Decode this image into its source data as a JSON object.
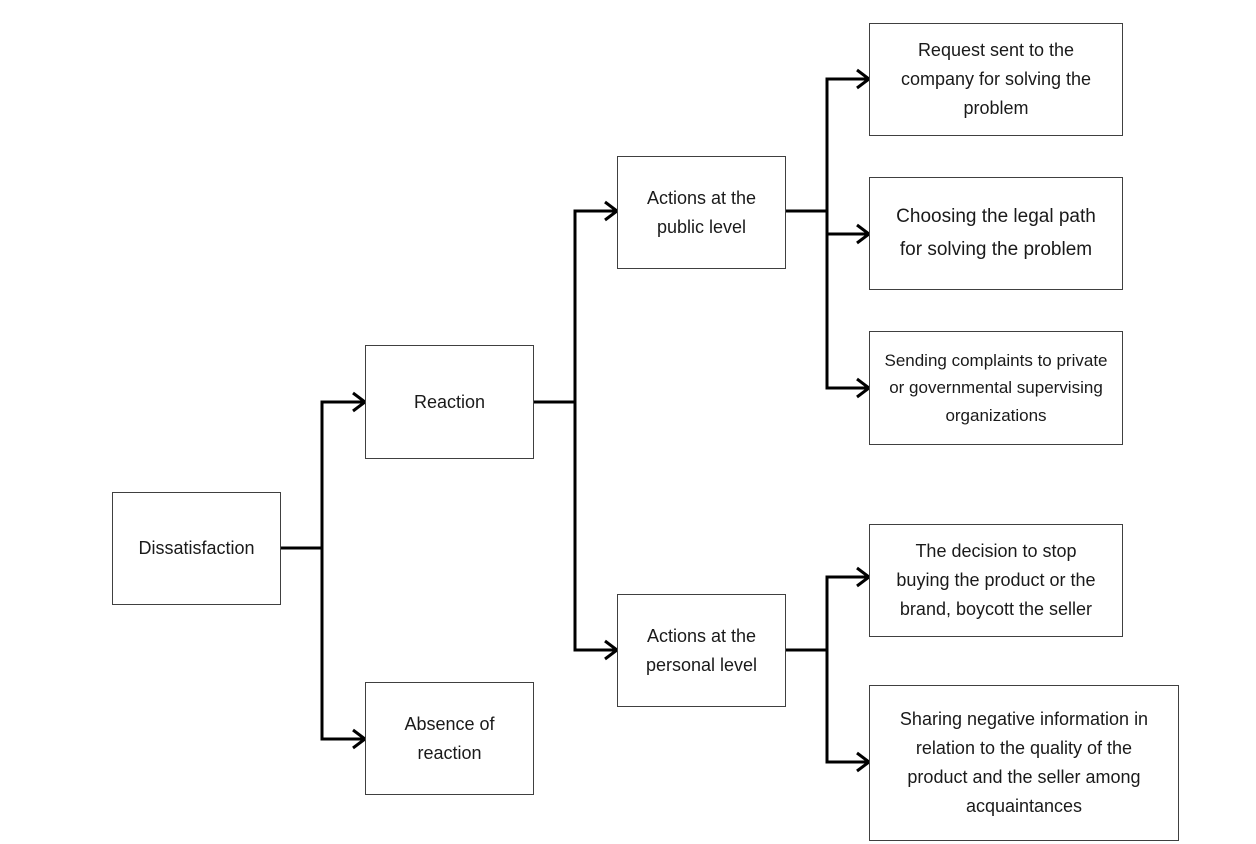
{
  "nodes": {
    "dissatisfaction": "Dissatisfaction",
    "reaction": "Reaction",
    "absence_of_reaction": "Absence of\nreaction",
    "public_level": "Actions at the\npublic level",
    "personal_level": "Actions at the\npersonal level",
    "request_company": "Request sent to the\ncompany for solving the\nproblem",
    "legal_path": "Choosing the legal path\nfor solving the problem",
    "complaints": "Sending complaints to private\nor governmental supervising\norganizations",
    "stop_buying": "The decision to stop\nbuying the product or the\nbrand, boycott the seller",
    "share_negative": "Sharing negative information in\nrelation to the quality of the\nproduct and the seller among\nacquaintances"
  },
  "edges": [
    {
      "from": "dissatisfaction",
      "to": "reaction"
    },
    {
      "from": "dissatisfaction",
      "to": "absence_of_reaction"
    },
    {
      "from": "reaction",
      "to": "public_level"
    },
    {
      "from": "reaction",
      "to": "personal_level"
    },
    {
      "from": "public_level",
      "to": "request_company"
    },
    {
      "from": "public_level",
      "to": "legal_path"
    },
    {
      "from": "public_level",
      "to": "complaints"
    },
    {
      "from": "personal_level",
      "to": "stop_buying"
    },
    {
      "from": "personal_level",
      "to": "share_negative"
    }
  ],
  "colors": {
    "line": "#000000",
    "border": "#404040"
  }
}
